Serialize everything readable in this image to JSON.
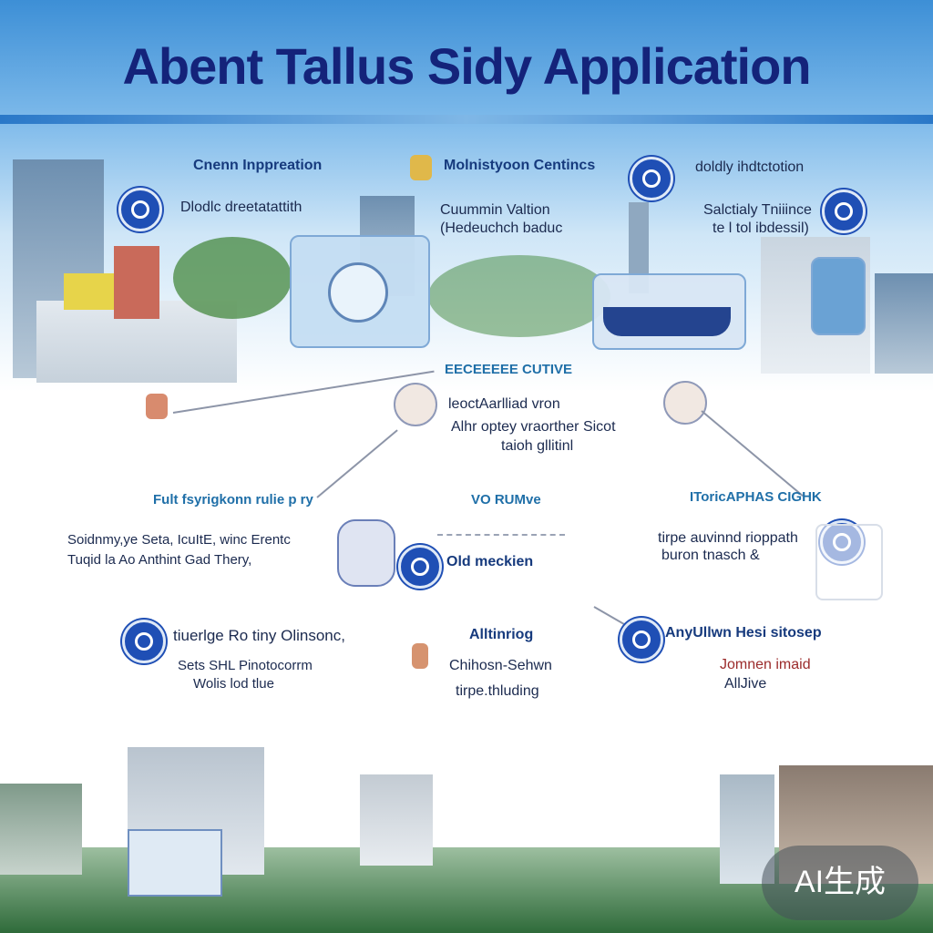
{
  "title": "Abent Tallus Sidy Application",
  "top_row": {
    "left": {
      "heading": "Cnenn Inppreation",
      "sub": "Dlodlc dreetatattith"
    },
    "center": {
      "heading": "Molnistyoon Centincs",
      "sub1": "Cuummin Valtion",
      "sub2": "(Hedeuchch baduc"
    },
    "right": {
      "heading": "doldly ihdtctotion",
      "sub1": "Salctialy Tniiince",
      "sub2": "te l tol ibdessil)"
    }
  },
  "center_block": {
    "tag": "EECEEEEE CUTIVE",
    "line1": "leoctAarlliad vron",
    "line2": "Alhr optey vraorther Sicot",
    "line3": "taioh gllitinl"
  },
  "middle_row": {
    "left_heading": "Fult fsyrigkonn rulie p ry",
    "center_heading": "VO RUMve",
    "right_heading": "IToricAPHAS CIGHK",
    "left_line1": "Soidnmy,ye Seta, IcuItE, winc Erentc",
    "left_line2": "Tuqid la Ao Anthint Gad Thery,",
    "center_line": "Old meckien",
    "right_line1": "tirpe auvinnd rioppath",
    "right_line2": "buron tnasch &"
  },
  "bottom_row": {
    "left_heading": "tiuerlge Ro tiny Olinsonc,",
    "left_line1": "Sets SHL Pinotocorrm",
    "left_line2": "Wolis lod tlue",
    "center_heading": "Alltinriog",
    "center_line1": "Chihosn-Sehwn",
    "center_line2": "tirpe.thluding",
    "right_heading": "AnyUllwn Hesi sitosep",
    "right_line1": "Jomnen imaid",
    "right_line2": "AllJive"
  },
  "watermark": "AI生成",
  "colors": {
    "title": "#14237a",
    "accent": "#1f4fb5",
    "sky": "#3d8fd6"
  }
}
